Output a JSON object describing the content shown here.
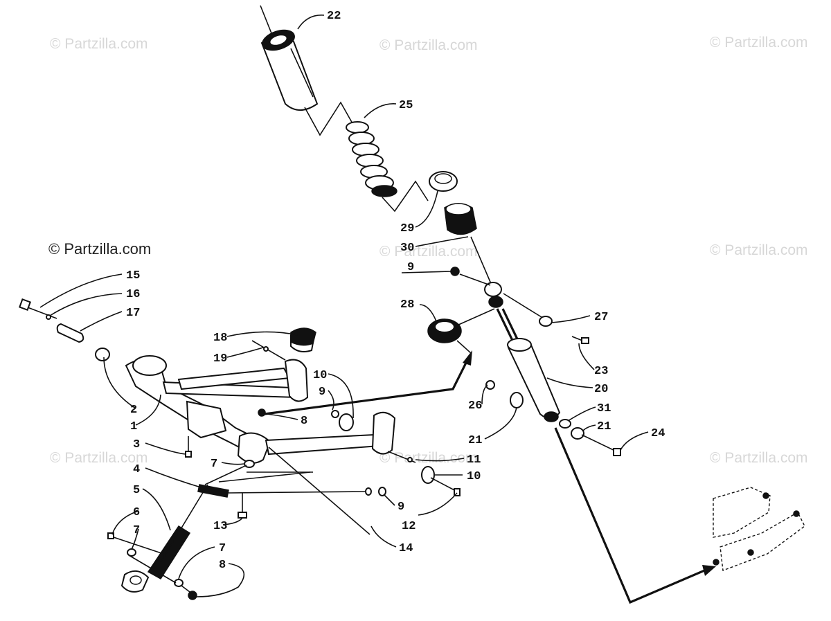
{
  "watermark": {
    "text": "© Partzilla.com",
    "main_text": "© Partzilla.com"
  },
  "callouts": [
    {
      "id": "c22",
      "text": "22"
    },
    {
      "id": "c25",
      "text": "25"
    },
    {
      "id": "c29",
      "text": "29"
    },
    {
      "id": "c30",
      "text": "30"
    },
    {
      "id": "c9a",
      "text": "9"
    },
    {
      "id": "c28",
      "text": "28"
    },
    {
      "id": "c27",
      "text": "27"
    },
    {
      "id": "c23",
      "text": "23"
    },
    {
      "id": "c20",
      "text": "20"
    },
    {
      "id": "c26",
      "text": "26"
    },
    {
      "id": "c31",
      "text": "31"
    },
    {
      "id": "c21a",
      "text": "21"
    },
    {
      "id": "c21b",
      "text": "21"
    },
    {
      "id": "c24",
      "text": "24"
    },
    {
      "id": "c15",
      "text": "15"
    },
    {
      "id": "c16",
      "text": "16"
    },
    {
      "id": "c17",
      "text": "17"
    },
    {
      "id": "c18",
      "text": "18"
    },
    {
      "id": "c19",
      "text": "19"
    },
    {
      "id": "c10a",
      "text": "10"
    },
    {
      "id": "c9b",
      "text": "9"
    },
    {
      "id": "c2",
      "text": "2"
    },
    {
      "id": "c1",
      "text": "1"
    },
    {
      "id": "c8a",
      "text": "8"
    },
    {
      "id": "c3",
      "text": "3"
    },
    {
      "id": "c7a",
      "text": "7"
    },
    {
      "id": "c11",
      "text": "11"
    },
    {
      "id": "c10b",
      "text": "10"
    },
    {
      "id": "c4",
      "text": "4"
    },
    {
      "id": "c5",
      "text": "5"
    },
    {
      "id": "c9c",
      "text": "9"
    },
    {
      "id": "c6",
      "text": "6"
    },
    {
      "id": "c7b",
      "text": "7"
    },
    {
      "id": "c13",
      "text": "13"
    },
    {
      "id": "c12",
      "text": "12"
    },
    {
      "id": "c7c",
      "text": "7"
    },
    {
      "id": "c8b",
      "text": "8"
    },
    {
      "id": "c14",
      "text": "14"
    }
  ]
}
